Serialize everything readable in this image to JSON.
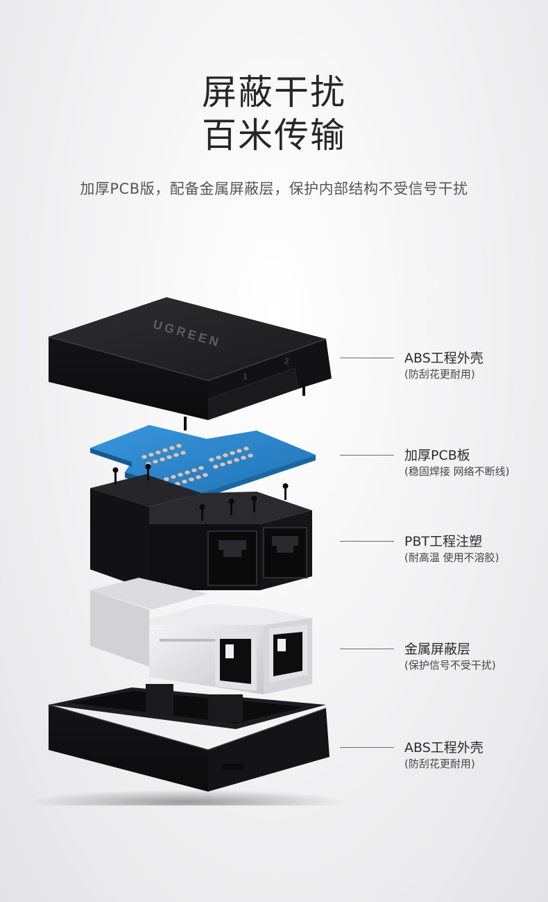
{
  "headline": {
    "line1": "屏蔽干扰",
    "line2": "百米传输"
  },
  "subtitle": "加厚PCB版，配备金属屏蔽层，保护内部结构不受信号干扰",
  "brand": "UGREEN",
  "port_numbers": [
    "1",
    "2"
  ],
  "callouts": [
    {
      "title": "ABS工程外壳",
      "note": "(防刮花更耐用)"
    },
    {
      "title": "加厚PCB板",
      "note": "(稳固焊接 网络不断线)"
    },
    {
      "title": "PBT工程注塑",
      "note": "(耐高温 使用不溶胶)"
    },
    {
      "title": "金属屏蔽层",
      "note": "(保护信号不受干扰)"
    },
    {
      "title": "ABS工程外壳",
      "note": "(防刮花更耐用)"
    }
  ],
  "colors": {
    "shell": "#1c1c1e",
    "pcb": "#2a86cc",
    "shield": "#e6e6e8",
    "text": "#262626"
  }
}
